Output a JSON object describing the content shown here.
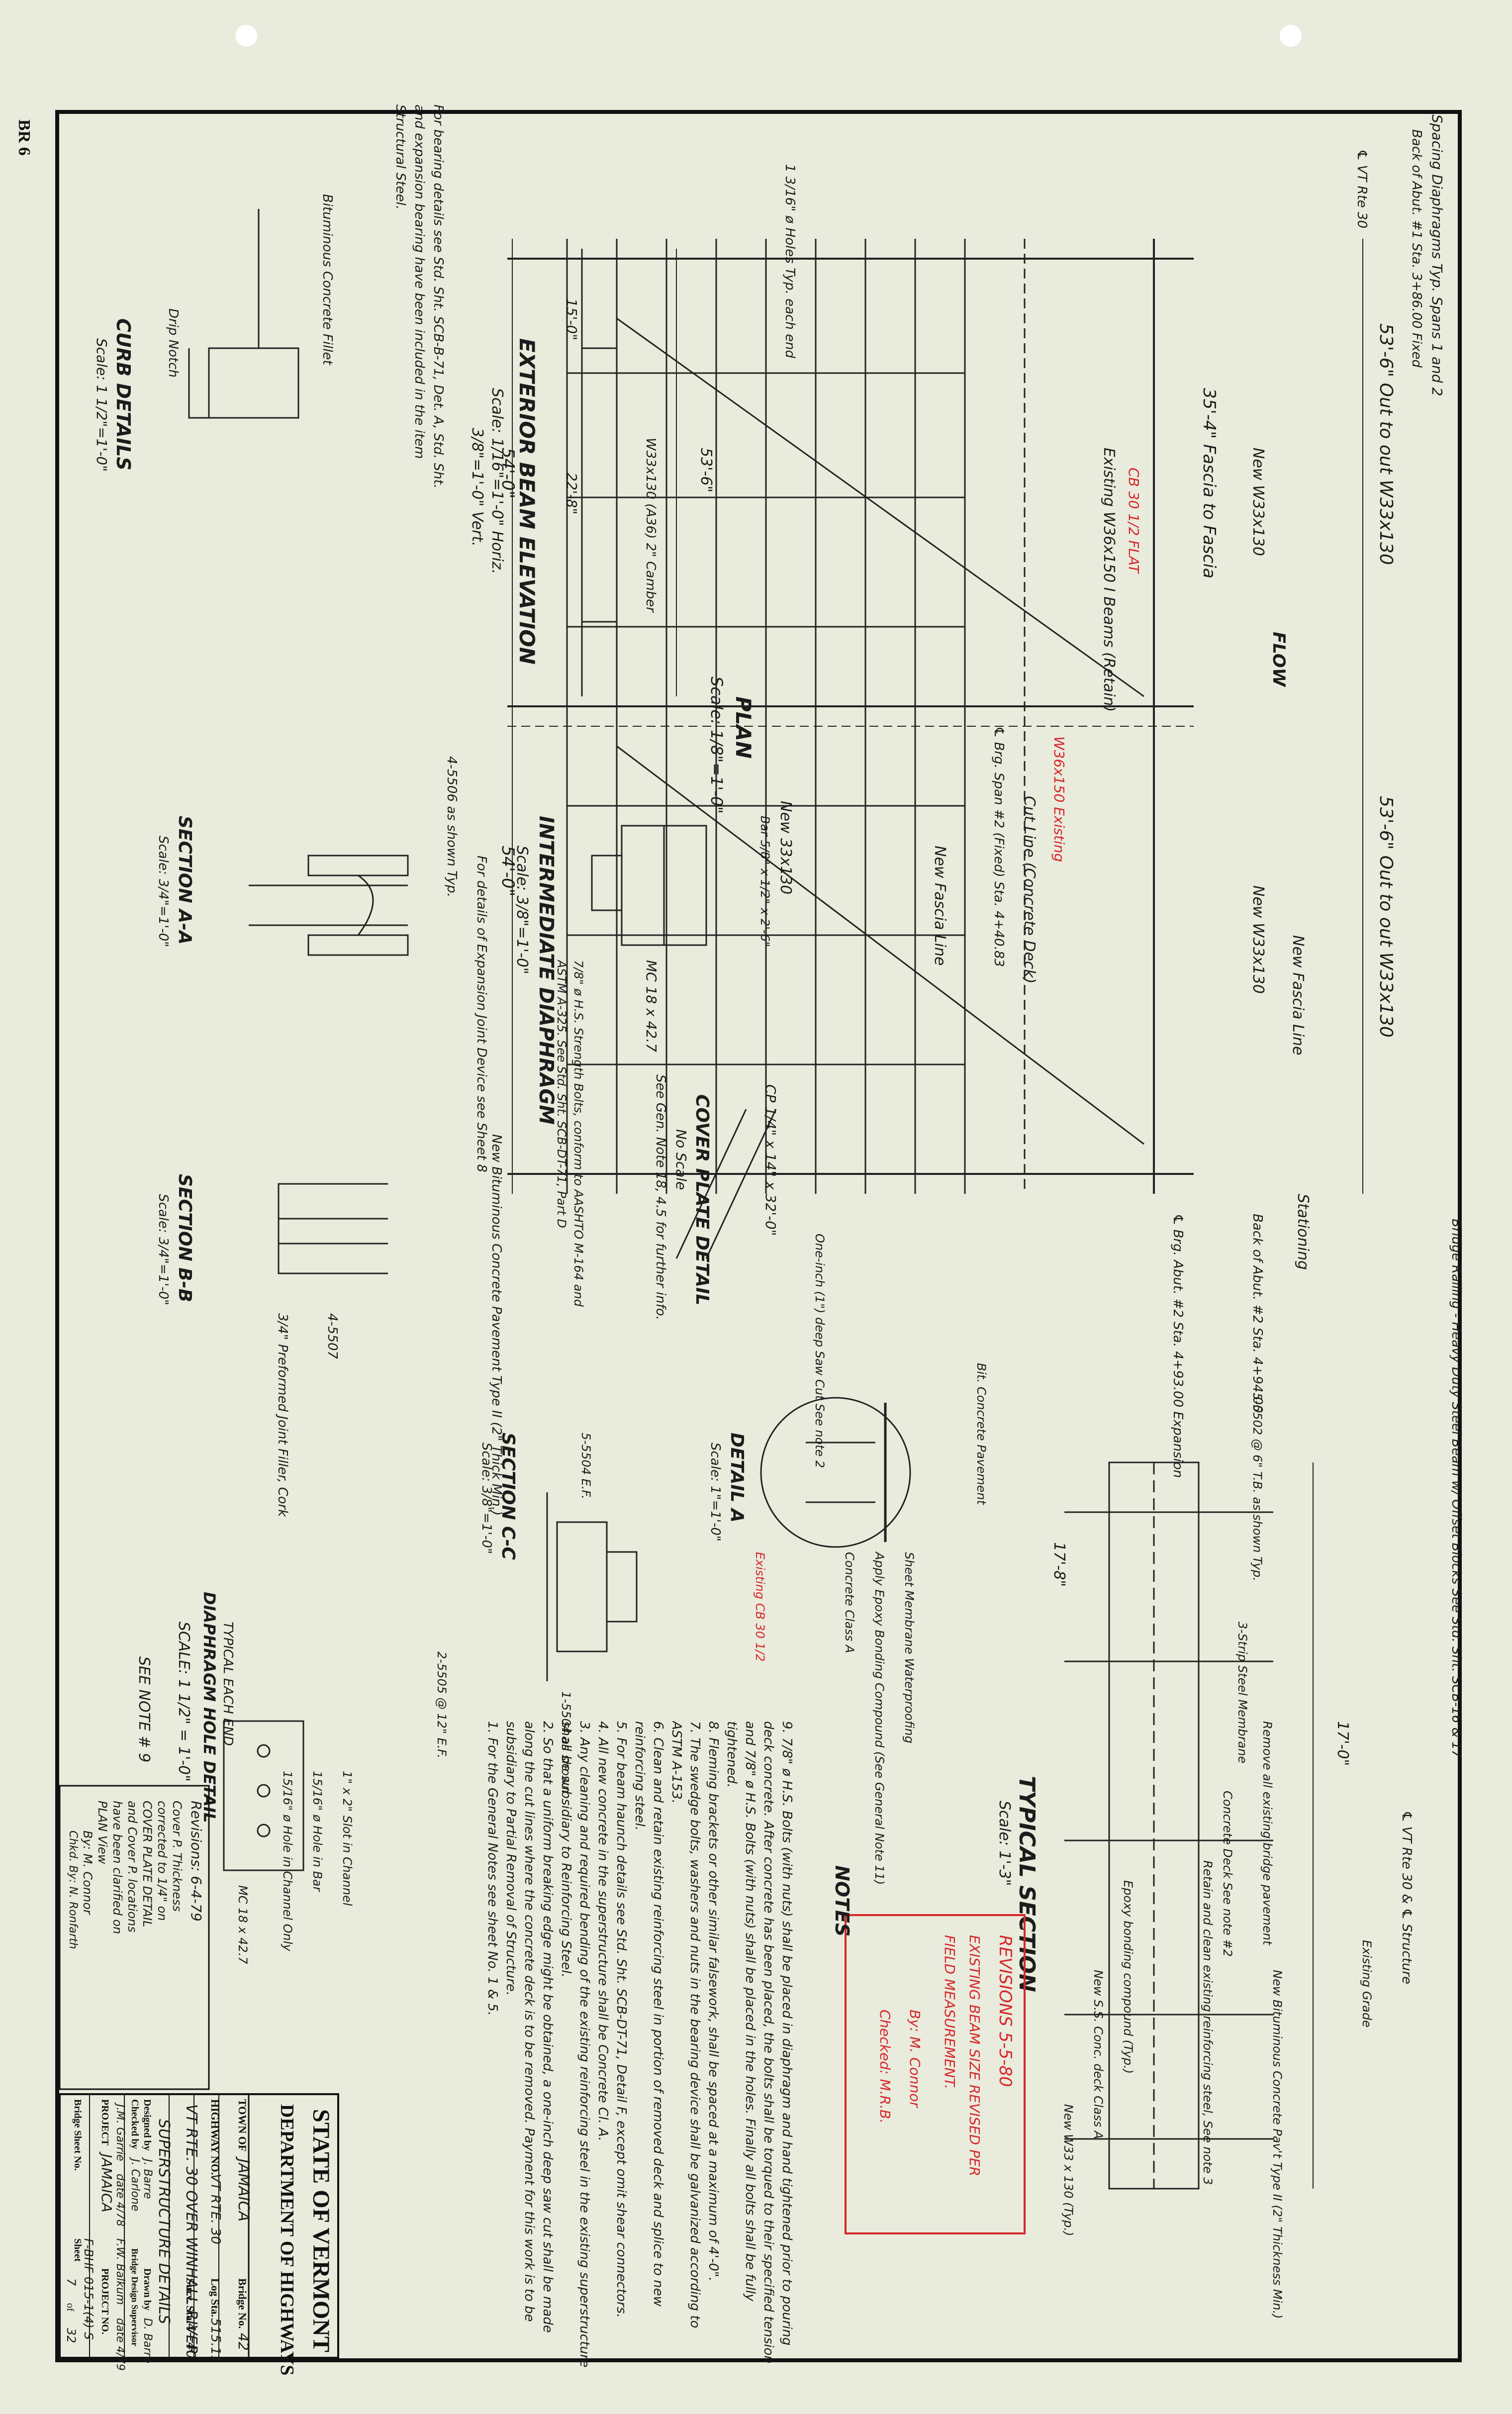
{
  "sheet_id": "BR 6",
  "plan": {
    "title": "PLAN",
    "scale": "Scale: 1/8\"=1'-0\"",
    "cut_left": "53'-6\" Out to out W33x130",
    "cut_right": "53'-6\" Out to out W33x130",
    "fascia": "35'-4\" Fascia to Fascia",
    "dim_54_left": "54'-0\"",
    "dim_54_right": "54'-0\"",
    "existing_beams": "Existing W36x150 I Beams (Retain)",
    "new_beams_left": "New W33x130",
    "new_beams_right": "New W33x130",
    "new_fascia_line": "New Fascia Line",
    "new_fascia_beam": "New Fascia Line",
    "cut_line": "Cut Line (Concrete Deck)",
    "flow": "FLOW",
    "spacing_diaphragms": "Spacing Diaphragms Typ. Spans 1 and 2",
    "stationing": "Stationing",
    "back_abut_1": "Back of Abut. #1 Sta. 3+86.00 Fixed",
    "bk_abut_2": "Back of Abut. #2 Sta. 4+94.00",
    "brg_abut_2": "℄ Brg. Abut. #2 Sta. 4+93.00 Expansion",
    "brg_pier": "℄ Brg. Span #2 (Fixed) Sta. 4+40.83",
    "rte30": "℄ VT Rte 30",
    "red_note_1": "CB 30 1/2 FLAT",
    "red_note_2": "W36x150 Existing"
  },
  "exterior_beam": {
    "title": "EXTERIOR BEAM ELEVATION",
    "scale_h": "Scale: 1/16\"=1'-0\" Horiz.",
    "scale_v": "3/8\"=1'-0\" Vert.",
    "dim_536": "53'-6\"",
    "dim_150": "15'-0\"",
    "dim_228": "22'-8\"",
    "w33": "W33x130 (A36) 2\" Camber",
    "bearing_note": "For bearing details see Std. Sht. SCB-B-71, Det. A, Std. Sht. and expansion bearing have been included in the item Structural Steel.",
    "holes": "1 3/16\" ø Holes Typ. each end"
  },
  "intermediate_diaphragm": {
    "title": "INTERMEDIATE DIAPHRAGM",
    "scale": "Scale: 3/8\"=1'-0\"",
    "new_33": "New 33x130",
    "mc18": "MC 18 x 42.7",
    "bolts": "7/8\" ø H.S. Strength Bolts, conform to AASHTO M-164 and ASTM A-325. See Std. Sht. SCB-DT-71, Part D",
    "plate": "Bar 5/8\" x 1/2\" x 2'-6\""
  },
  "cover_plate": {
    "title": "COVER PLATE DETAIL",
    "scale": "No Scale",
    "note": "See Gen. Note 18, 4.5 for further info.",
    "dim": "CP 1/4\" x 14\" x 32'-0\""
  },
  "section_aa": {
    "title": "SECTION A-A",
    "scale": "Scale: 3/4\"=1'-0\"",
    "note1": "4-5506 as shown Typ.",
    "note2": "For details of Expansion Joint Device see Sheet 8"
  },
  "section_bb": {
    "title": "SECTION B-B",
    "scale": "Scale: 3/4\"=1'-0\"",
    "note1": "New Bituminous Concrete Pavement Type II (2\" Thick Min.)",
    "note2": "4-5507",
    "note3": "3/4\" Preformed Joint Filler, Cork"
  },
  "section_cc": {
    "title": "SECTION C-C",
    "scale": "Scale: 3/8\"=1'-0\"",
    "note1": "2-5505 @ 12\" E.F.",
    "note2": "1-5504 as shown",
    "note3": "5-5504 E.F."
  },
  "detail_a": {
    "title": "DETAIL A",
    "scale": "Scale: 1\"=1'-0\"",
    "note1": "Bit. Concrete Pavement",
    "note2": "Sheet Membrane Waterproofing",
    "note3": "Apply Epoxy Bonding Compound (See General Note 11)",
    "note4": "Concrete Class A",
    "note5": "One-inch (1\") deep Saw Cut See note 2",
    "note6": "Existing CB 30 1/2"
  },
  "hole_detail": {
    "title": "DIAPHRAGM HOLE DETAIL",
    "scale": "SCALE: 1 1/2\" = 1'-0\"",
    "sub": "TYPICAL EACH END",
    "note1": "1\" x 2\" Slot in Channel",
    "note2": "15/16\" ø Hole in Bar",
    "note3": "15/16\" ø Hole in Channel Only",
    "note4": "MC 18 x 42.7",
    "see_note": "SEE NOTE # 9"
  },
  "curb": {
    "title": "CURB DETAILS",
    "scale": "Scale: 1 1/2\"=1'-0\"",
    "note1": "Bituminous Concrete Fillet",
    "note2": "Drip Notch"
  },
  "typical_section": {
    "title": "TYPICAL SECTION",
    "scale": "Scale: 1'-3\"",
    "dim_17": "17'-0\"",
    "dim_178": "17'-8\"",
    "rte": "℄ VT Rte 30 & ℄ Structure",
    "railing": "Bridge Railing - Heavy Duty Steel Beam w/ Offset Blocks See Std. Sht. SCB-16 & 17",
    "membrane": "3-Strip Steel Membrane",
    "remove": "Remove all existing bridge pavement",
    "grade": "Existing Grade",
    "bit": "New Bituminous Concrete Pav't Type II (2\" Thickness Min.)",
    "retain": "Retain and clean existing reinforcing steel, See note 3",
    "new_conc": "New S.S. Conc. deck Class A",
    "w33": "New W33 x 130 (Typ.)",
    "deck": "Concrete Deck See note #2",
    "epoxy": "Epoxy bonding compound (Typ.)",
    "bars": "5-5502 @ 6\" T.B. as shown Typ."
  },
  "revisions_box": {
    "title": "REVISIONS 5-5-80",
    "text1": "EXISTING BEAM SIZE REVISED PER",
    "text2": "FIELD MEASUREMENT.",
    "by": "By: M. Connor",
    "checked": "Checked: M.R.B."
  },
  "notes": {
    "title": "NOTES",
    "items": [
      "1. For the General Notes see sheet No. 1 & 5.",
      "2. So that a uniform breaking edge might be obtained, a one-inch deep saw cut shall be made along the cut lines where the concrete deck is to be removed. Payment for this work is to be subsidiary to Partial Removal of Structure.",
      "3. Any cleaning and required bending of the existing reinforcing steel in the existing superstructure shall be subsidiary to Reinforcing Steel.",
      "4. All new concrete in the superstructure shall be Concrete Cl. A.",
      "5. For beam haunch details see Std. Sht. SCB-DT-71, Detail F, except omit shear connectors.",
      "6. Clean and retain existing reinforcing steel in portion of removed deck and splice to new reinforcing steel.",
      "7. The swedge bolts, washers and nuts in the bearing device shall be galvanized according to ASTM A-153.",
      "8. Fleming brackets or other similar falsework, shall be spaced at a maximum of 4'-0\".",
      "9. 7/8\" ø H.S. Bolts (with nuts) shall be placed in diaphragm and hand tightened prior to pouring deck concrete. After concrete has been placed, the bolts shall be torqued to their specified tension and 7/8\" ø H.S. Bolts (with nuts) shall be placed in the holes. Finally all bolts shall be fully tightened."
    ]
  },
  "revisions_list": {
    "title": "Revisions: 6-4-79",
    "lines": [
      "Cover P. Thickness",
      "corrected to 1/4\" on",
      "COVER PLATE DETAIL",
      "and Cover P. locations",
      "have been clarified on",
      "PLAN View",
      "By: M. Connor",
      "Chkd. By: N. Ronfarth"
    ]
  },
  "title_block": {
    "state": "STATE OF VERMONT",
    "dept": "DEPARTMENT OF HIGHWAYS",
    "town_label": "TOWN OF",
    "town": "JAMAICA",
    "bridge_no_label": "Bridge No.",
    "bridge_no": "42",
    "highway_label": "HIGHWAY NO.",
    "highway": "VT RTE. 30",
    "log_sta_label": "Log Sta.",
    "log_sta": "515.11",
    "surv_sta_label": "Surv. Sta.",
    "surv_sta": "4+40",
    "description": "VT RTE. 30 OVER WINHALL RIVER",
    "subject": "SUPERSTRUCTURE DETAILS",
    "designed_label": "Designed by",
    "designed": "J. Barre",
    "drawn_label": "Drawn by",
    "drawn": "D. Barre",
    "checked_label": "Checked by",
    "checked": "J. Carlone",
    "supervisor_label": "Bridge Design Supervisor",
    "supervisor": "F.W. Balkum",
    "eng": "J.M. Garrie",
    "date1": "date 4/78",
    "date2": "date 4/79",
    "project_label": "PROJECT",
    "project": "JAMAICA",
    "project_no_label": "PROJECT NO.",
    "project_no": "F-BHF 015-1(4) S",
    "sheet_label": "Sheet",
    "sheet": "7",
    "of": "of",
    "total": "32",
    "bridge_sheet_label": "Bridge Sheet No."
  }
}
